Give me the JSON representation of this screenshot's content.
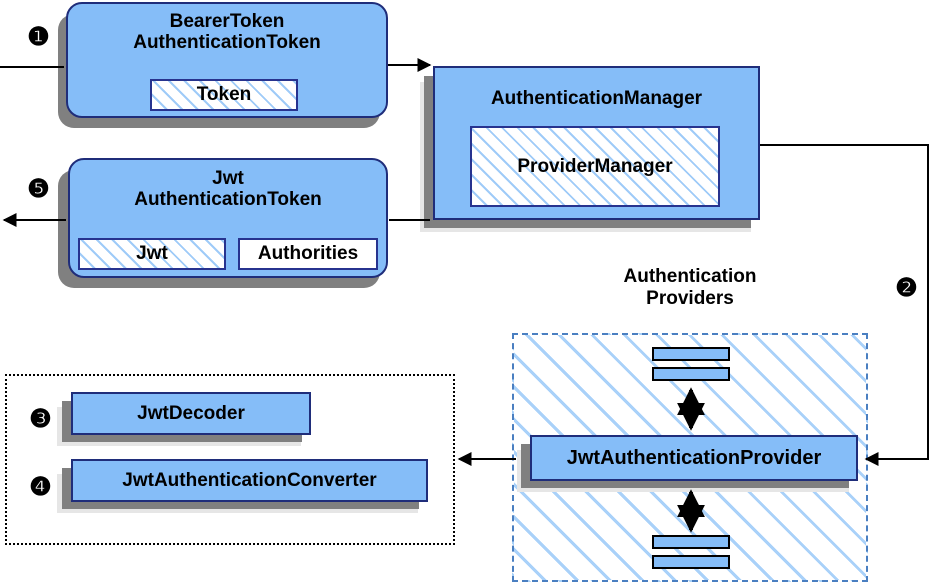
{
  "diagram": {
    "title": "Spring Security JWT bearer-token authentication flow",
    "colors": {
      "node_fill": "#85bdf8",
      "node_border": "#1f2d7a",
      "hatch_line": "#9fcbf8",
      "shadow_dark": "#808080",
      "shadow_light": "#e6e6e6",
      "providers_border": "#4a7fc1",
      "connector": "#000000",
      "badge_fill": "#000000",
      "badge_text": "#ffffff"
    }
  },
  "nodes": {
    "bearer_token": {
      "label": "BearerToken\nAuthenticationToken",
      "line1": "BearerToken",
      "line2": "AuthenticationToken",
      "inner": {
        "label": "Token"
      }
    },
    "jwt_token": {
      "line1": "Jwt",
      "line2": "AuthenticationToken",
      "inner_left": {
        "label": "Jwt"
      },
      "inner_right": {
        "label": "Authorities"
      }
    },
    "auth_manager": {
      "label": "AuthenticationManager",
      "inner": {
        "label": "ProviderManager"
      }
    },
    "providers_group": {
      "line1": "Authentication",
      "line2": "Providers"
    },
    "jwt_provider": {
      "label": "JwtAuthenticationProvider"
    },
    "jwt_decoder": {
      "label": "JwtDecoder"
    },
    "jwt_converter": {
      "label": "JwtAuthenticationConverter"
    }
  },
  "badges": {
    "one": "❶",
    "two": "❷",
    "three": "❸",
    "four": "❹",
    "five": "❺"
  },
  "steps": [
    {
      "number": "1",
      "glyph": "❶",
      "target": "bearer_token"
    },
    {
      "number": "2",
      "glyph": "❷",
      "target": "jwt_provider"
    },
    {
      "number": "3",
      "glyph": "❸",
      "target": "jwt_decoder"
    },
    {
      "number": "4",
      "glyph": "❹",
      "target": "jwt_converter"
    },
    {
      "number": "5",
      "glyph": "❺",
      "target": "jwt_token"
    }
  ]
}
